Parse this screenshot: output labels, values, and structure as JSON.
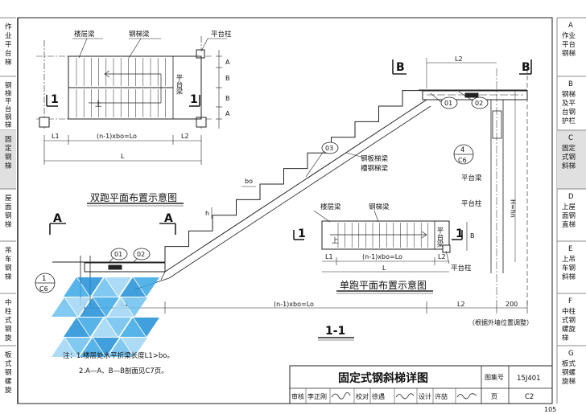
{
  "left_strip": [
    {
      "lines": [
        "作",
        "业",
        "平",
        "台",
        "梯"
      ]
    },
    {
      "lines": [
        "钢",
        "梯",
        "平",
        "台",
        "钢",
        "梯"
      ]
    },
    {
      "lines": [
        "固",
        "定",
        "钢",
        "梯"
      ]
    },
    {
      "lines": [
        "屋",
        "面",
        "钢",
        "梯"
      ]
    },
    {
      "lines": [
        "吊",
        "车",
        "钢",
        "梯"
      ]
    },
    {
      "lines": [
        "中",
        "柱",
        "式",
        "钢",
        "旋"
      ]
    },
    {
      "lines": [
        "板",
        "式",
        "钢",
        "螺",
        "旋"
      ]
    }
  ],
  "right_strip": [
    {
      "letter": "A",
      "lines": [
        "作业",
        "平台",
        "钢梯"
      ]
    },
    {
      "letter": "B",
      "lines": [
        "钢梯",
        "及平",
        "台钢",
        "护栏"
      ]
    },
    {
      "letter": "C",
      "lines": [
        "固定",
        "式钢",
        "斜梯"
      ],
      "active": true
    },
    {
      "letter": "D",
      "lines": [
        "上屋",
        "面钢",
        "直梯"
      ]
    },
    {
      "letter": "E",
      "lines": [
        "上吊",
        "车钢",
        "斜梯"
      ]
    },
    {
      "letter": "F",
      "lines": [
        "中柱",
        "式钢",
        "螺旋",
        "梯"
      ]
    },
    {
      "letter": "G",
      "lines": [
        "板式",
        "钢螺",
        "旋梯"
      ]
    }
  ],
  "top_plan": {
    "floor_beam": "楼层梁",
    "stair_beam": "钢梯梁",
    "platform_column": "平台柱",
    "platform_beam_v": "平台梁",
    "up": "上",
    "section_a": "A",
    "section_b": "B",
    "section_1": "1",
    "dim_l1": "L1",
    "dim_mid": "(n-1)xbo=Lo",
    "dim_l2": "L2",
    "dim_l": "L",
    "caption": "双跑平面布置示意图"
  },
  "section": {
    "sec_b_left": "B",
    "sec_b_right": "B",
    "sec_a_left": "A",
    "sec_a_right": "A",
    "mark_01": "01",
    "mark_02": "02",
    "mark_03": "03",
    "detail_top": "4",
    "detail_bottom": "C6",
    "detail2_top": "1",
    "detail2_bottom": "C6",
    "platform_beam": "平台梁",
    "platform_column": "平台柱",
    "stringer_line1": "钢板梯梁",
    "stringer_line2": "槽钢梯梁",
    "bo": "bo",
    "h": "h",
    "height": "H=hn",
    "dim_l1": "L1",
    "dim_mid": "(n-1)xbo=Lo",
    "dim_l2": "L2",
    "dim_200": "200",
    "dim_l2_top": "L2",
    "note_adjust": "（根据外墙位置调整）",
    "title": "1-1"
  },
  "single_plan": {
    "floor_beam": "楼层梁",
    "stair_beam": "钢梯梁",
    "platform_beam_v": "平台梁",
    "platform_column": "平台柱",
    "up": "上",
    "section_1": "1",
    "dim_l1": "L1",
    "dim_mid": "(n-1)xbo=Lo",
    "dim_l2": "L2",
    "dim_l": "L",
    "dim_b": "B",
    "caption": "单跑平面布置示意图"
  },
  "notes": {
    "line1": "注：1.楼层处水平折梁长度L1>bo。",
    "line2": "2.A—A、B—B剖面见C7页。"
  },
  "title_block": {
    "title": "固定式钢斜梯详图",
    "atlas_label": "图集号",
    "atlas_no": "15J401",
    "page_label": "页",
    "page_no": "C2",
    "review_label": "审核",
    "reviewer": "李正刚",
    "check_label": "校对",
    "checker": "徐遇",
    "design_label": "设计",
    "designer": "许喆"
  },
  "page_number": "105"
}
